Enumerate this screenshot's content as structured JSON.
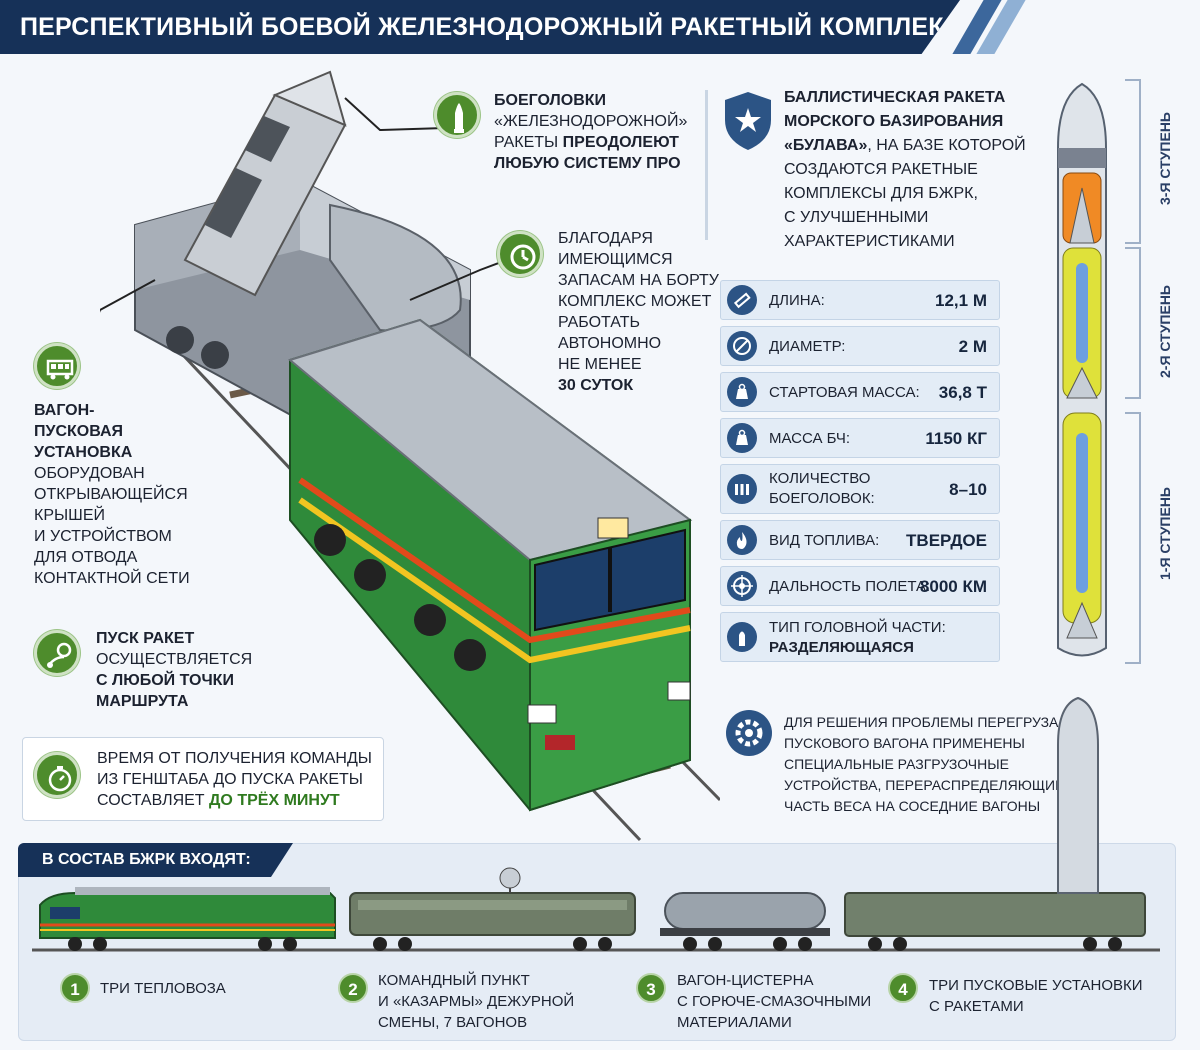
{
  "title": "ПЕРСПЕКТИВНЫЙ БОЕВОЙ ЖЕЛЕЗНОДОРОЖНЫЙ РАКЕТНЫЙ КОМПЛЕКС",
  "warheads": {
    "line1": "БОЕГОЛОВКИ",
    "line2": "«ЖЕЛЕЗНОДОРОЖНОЙ»",
    "line3a": "РАКЕТЫ",
    "line3b": "ПРЕОДОЛЕЮТ",
    "line4": "ЛЮБУЮ СИСТЕМУ ПРО"
  },
  "autonomy": {
    "lines": [
      "БЛАГОДАРЯ",
      "ИМЕЮЩИМСЯ",
      "ЗАПАСАМ НА БОРТУ",
      "КОМПЛЕКС МОЖЕТ",
      "РАБОТАТЬ",
      "АВТОНОМНО",
      "НЕ МЕНЕЕ"
    ],
    "bold": "30 СУТОК"
  },
  "wagon": {
    "bold_lines": [
      "ВАГОН-",
      "ПУСКОВАЯ",
      "УСТАНОВКА"
    ],
    "lines": [
      "ОБОРУДОВАН",
      "ОТКРЫВАЮЩЕЙСЯ",
      "КРЫШЕЙ",
      "И УСТРОЙСТВОМ",
      "ДЛЯ ОТВОДА",
      "КОНТАКТНОЙ СЕТИ"
    ]
  },
  "launch": {
    "bold1": "ПУСК РАКЕТ",
    "line2": "ОСУЩЕСТВЛЯЕТСЯ",
    "bold3": "С ЛЮБОЙ ТОЧКИ",
    "bold4": "МАРШРУТА"
  },
  "time": {
    "line1": "ВРЕМЯ ОТ ПОЛУЧЕНИЯ КОМАНДЫ",
    "line2": "ИЗ ГЕНШТАБА ДО ПУСКА РАКЕТЫ",
    "line3a": "СОСТАВЛЯЕТ",
    "line3b": "ДО ТРЁХ МИНУТ"
  },
  "bulava": {
    "bold1": "БАЛЛИСТИЧЕСКАЯ РАКЕТА",
    "bold2": "МОРСКОГО БАЗИРОВАНИЯ",
    "bold3": "«БУЛАВА»",
    "line3": ", НА БАЗЕ КОТОРОЙ",
    "lines": [
      "СОЗДАЮТСЯ РАКЕТНЫЕ",
      "КОМПЛЕКСЫ ДЛЯ БЖРК,",
      "С УЛУЧШЕННЫМИ",
      "ХАРАКТЕРИСТИКАМИ"
    ]
  },
  "specs": [
    {
      "label": "ДЛИНА:",
      "value": "12,1 М",
      "icon": "ruler-icon"
    },
    {
      "label": "ДИАМЕТР:",
      "value": "2 М",
      "icon": "diameter-icon"
    },
    {
      "label": "СТАРТОВАЯ МАССА:",
      "value": "36,8 Т",
      "icon": "weight-icon"
    },
    {
      "label": "МАССА БЧ:",
      "value": "1150 КГ",
      "icon": "weight-icon"
    },
    {
      "label": "КОЛИЧЕСТВО",
      "label2": "БОЕГОЛОВОК:",
      "value": "8–10",
      "icon": "warheads-icon"
    },
    {
      "label": "ВИД ТОПЛИВА:",
      "value": "ТВЕРДОЕ",
      "icon": "flame-icon"
    },
    {
      "label": "ДАЛЬНОСТЬ ПОЛЕТА:",
      "value": "8000 КМ",
      "icon": "target-icon"
    },
    {
      "label": "ТИП ГОЛОВНОЙ ЧАСТИ:",
      "value": "РАЗДЕЛЯЮЩАЯСЯ",
      "icon": "warhead-icon"
    }
  ],
  "stages": [
    "3-Я СТУПЕНЬ",
    "2-Я СТУПЕНЬ",
    "1-Я СТУПЕНЬ"
  ],
  "overload": {
    "lines": [
      "ДЛЯ РЕШЕНИЯ ПРОБЛЕМЫ ПЕРЕГРУЗА",
      "ПУСКОВОГО ВАГОНА ПРИМЕНЕНЫ",
      "СПЕЦИАЛЬНЫЕ РАЗГРУЗОЧНЫЕ",
      "УСТРОЙСТВА, ПЕРЕРАСПРЕДЕЛЯЮЩИЕ",
      "ЧАСТЬ ВЕСА НА СОСЕДНИЕ ВАГОНЫ"
    ]
  },
  "composition": {
    "title": "В СОСТАВ БЖРК ВХОДЯТ:",
    "items": [
      {
        "num": "1",
        "lines": [
          "ТРИ ТЕПЛОВОЗА"
        ]
      },
      {
        "num": "2",
        "lines": [
          "КОМАНДНЫЙ ПУНКТ",
          "И «КАЗАРМЫ» ДЕЖУРНОЙ",
          "СМЕНЫ, 7 ВАГОНОВ"
        ]
      },
      {
        "num": "3",
        "lines": [
          "ВАГОН-ЦИСТЕРНА",
          "С ГОРЮЧЕ-СМАЗОЧНЫМИ",
          "МАТЕРИАЛАМИ"
        ]
      },
      {
        "num": "4",
        "lines": [
          "ТРИ ПУСКОВЫЕ УСТАНОВКИ",
          "С РАКЕТАМИ"
        ]
      }
    ]
  },
  "colors": {
    "navy": "#163158",
    "green": "#4e8c2c",
    "loco_green": "#2f8a3a",
    "accent_text": "#2f7a1f"
  }
}
